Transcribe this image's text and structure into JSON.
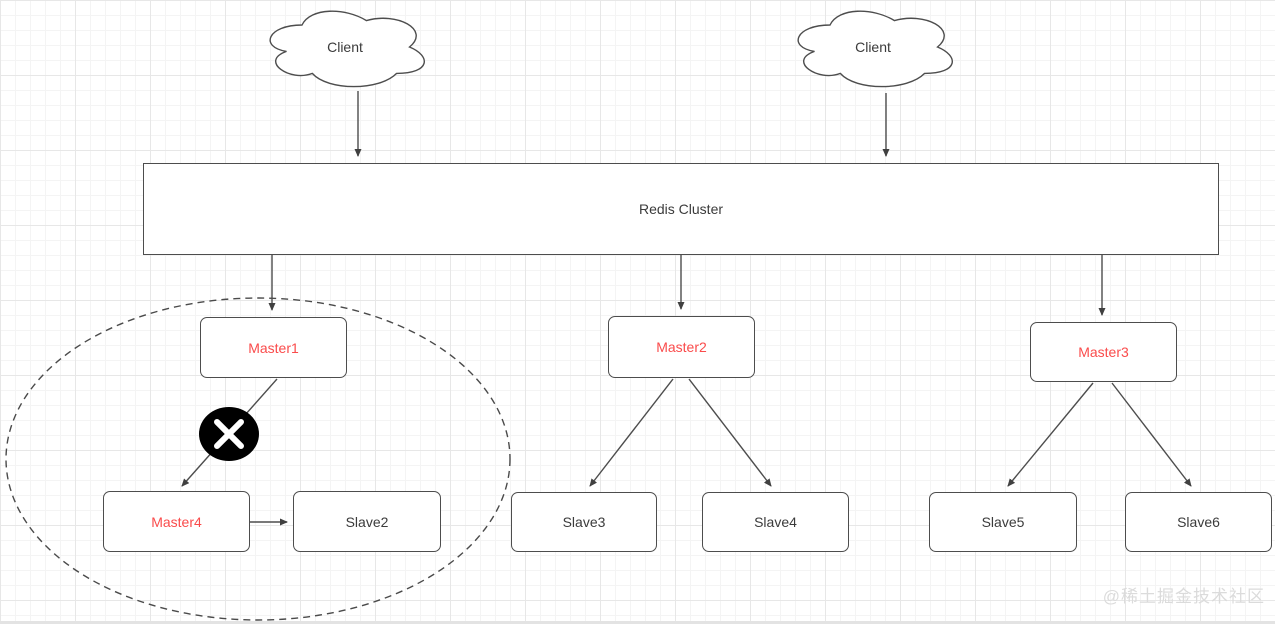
{
  "colors": {
    "master_text": "#fa4b4b",
    "slave_text": "#3b3b3b",
    "shape_border": "#4d4d4d",
    "failure_bg": "#000000",
    "failure_x": "#ffffff",
    "watermark": "#dbdbdb"
  },
  "clouds": {
    "left": {
      "label": "Client"
    },
    "right": {
      "label": "Client"
    }
  },
  "cluster_bar": {
    "label": "Redis Cluster"
  },
  "nodes": {
    "master1": {
      "label": "Master1"
    },
    "master2": {
      "label": "Master2"
    },
    "master3": {
      "label": "Master3"
    },
    "master4": {
      "label": "Master4"
    },
    "slave2": {
      "label": "Slave2"
    },
    "slave3": {
      "label": "Slave3"
    },
    "slave4": {
      "label": "Slave4"
    },
    "slave5": {
      "label": "Slave5"
    },
    "slave6": {
      "label": "Slave6"
    }
  },
  "failure_marker": {
    "icon": "x-cross"
  },
  "watermark": {
    "text": "@稀土掘金技术社区"
  }
}
